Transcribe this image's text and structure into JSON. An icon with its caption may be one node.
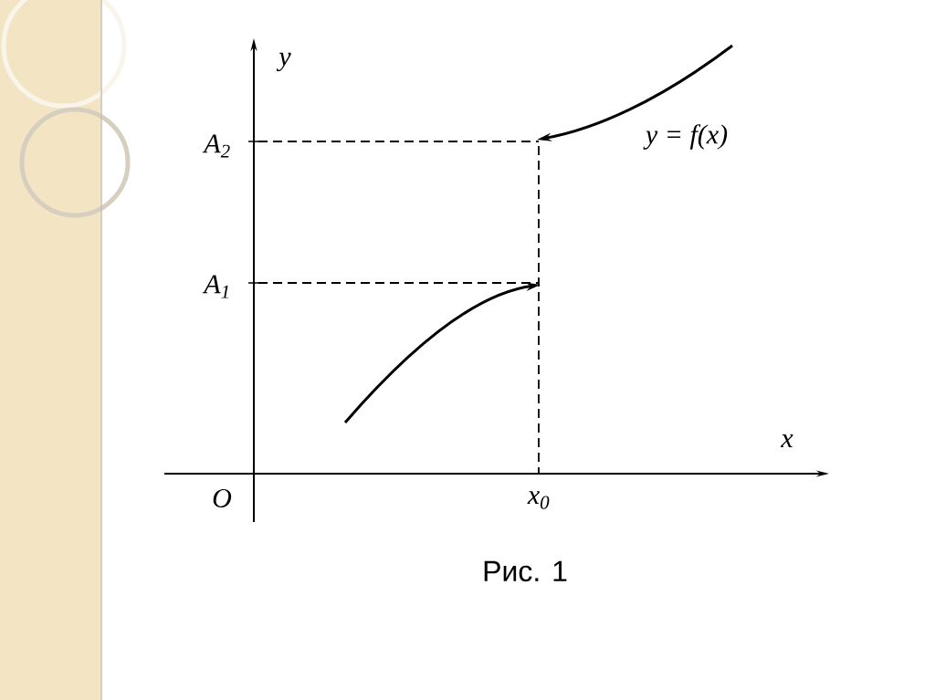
{
  "diagram": {
    "caption": "Рис. 1",
    "labels": [
      "y",
      "A$_{2}$",
      "y = f(x)",
      "A$_{1}$",
      "x",
      "O",
      "x$_{0}$"
    ]
  }
}
